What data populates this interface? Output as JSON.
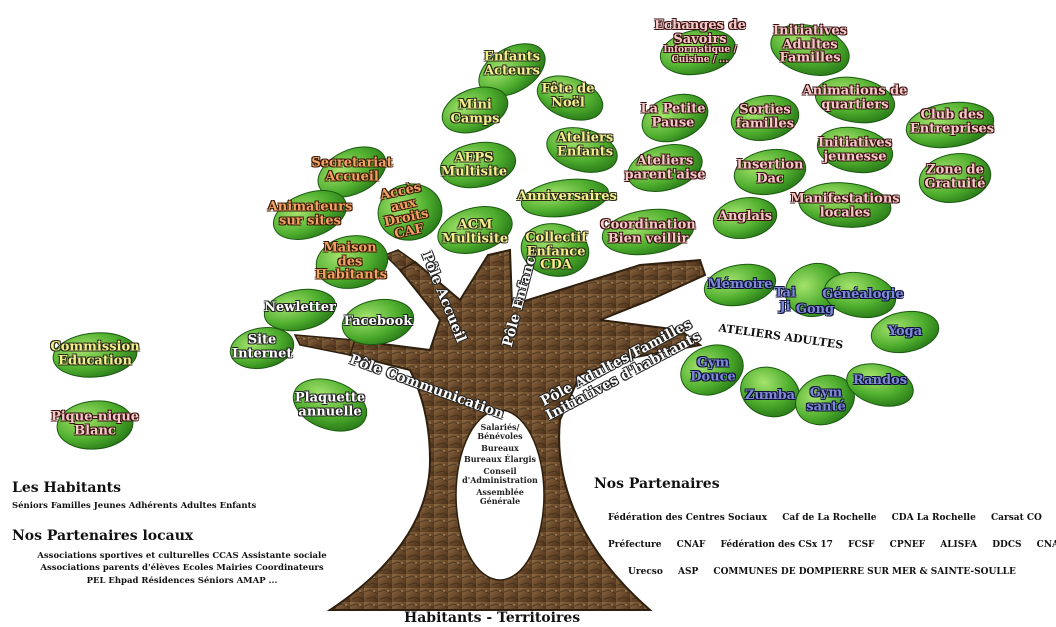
{
  "trunk": {
    "oval_items": [
      "Salariés/ Bénévoles",
      "Bureaux",
      "Bureaux Élargis",
      "Conseil d'Administration",
      "Assemblée Générale"
    ],
    "base_label": "Habitants - Territoires"
  },
  "branches": {
    "accueil": "Pôle Accueil",
    "enfance": "Pôle Enfance",
    "adultes": "Pôle Adultes/Familles Initiatives d'habitants",
    "communication": "Pôle Communication"
  },
  "leaves": {
    "enfants_acteurs": "Enfants Acteurs",
    "fete_noel": "Fête de Noël",
    "mini_camps": "Mini Camps",
    "ateliers_enfants": "Ateliers Enfants",
    "aeps": "AEPS Multisite",
    "anniversaires": "Anniversaires",
    "acm": "ACM Multisite",
    "collectif": "Collectif Enfance CDA",
    "secretariat": "Secretariat Accueil",
    "acces_droits": "Accès aux Droits CAF",
    "animateurs": "Animateurs sur sites",
    "maison": "Maison des Habitants",
    "echanges": "Echanges de Savoirs",
    "echanges_sub": "Informatique / Cuisine / ...",
    "initiatives_adultes": "Initiatives Adultes Familles",
    "petite_pause": "La Petite Pause",
    "sorties": "Sorties familles",
    "animations": "Animations de quartiers",
    "club": "Club des Entreprises",
    "ateliers_parent": "Ateliers parent'aise",
    "initiatives_jeunesse": "Initiatives jeunesse",
    "insertion": "Insertion Dac",
    "zone": "Zone de Gratuité",
    "coordination": "Coordination Bien veillir",
    "anglais": "Anglais",
    "manifestations": "Manifestations locales",
    "newletter": "Newletter",
    "facebook": "Facebook",
    "site": "Site Internet",
    "plaquette": "Plaquette annuelle",
    "memoire": "Mémoire",
    "tai_ji": "Tai Ji",
    "gong": "Gong",
    "genealogie": "Généalogie",
    "yoga": "Yoga",
    "gym_douce": "Gym Douce",
    "zumba": "Zumba",
    "gym_sante": "Gym santé",
    "randos": "Randos",
    "commission": "Commission Education",
    "pique_nique": "Pique-nique Blanc"
  },
  "ateliers_adultes_title": "ATELIERS ADULTES",
  "habitants": {
    "heading": "Les Habitants",
    "list": "Séniors Familles Jeunes Adhérents Adultes Enfants"
  },
  "partenaires_locaux": {
    "heading": "Nos Partenaires locaux",
    "lines": [
      "Associations sportives et culturelles CCAS Assistante sociale",
      "Associations parents d'élèves Ecoles Mairies Coordinateurs",
      "PEL Ehpad Résidences Séniors AMAP ..."
    ]
  },
  "partenaires": {
    "heading": "Nos Partenaires",
    "rows": [
      [
        "Fédération des Centres Sociaux",
        "Caf de La Rochelle",
        "CDA La Rochelle",
        "Carsat CO"
      ],
      [
        "Préfecture",
        "CNAF",
        "Fédération des CSx 17",
        "FCSF",
        "CPNEF",
        "ALISFA",
        "DDCS",
        "CNAV"
      ],
      [
        "Urecso",
        "ASP",
        "COMMUNES DE DOMPIERRE SUR MER & SAINTE-SOULLE"
      ]
    ]
  },
  "colors": {
    "leaf_dark": "#2f7f1e",
    "leaf_light": "#7ed24c",
    "bark": "#6b4a2b",
    "bark_dark": "#3e2a16",
    "yellow_text": "#f3ef8d",
    "orange_text": "#f2a265",
    "pink_text": "#f6c9c9",
    "blue_text": "#7d88d8"
  }
}
